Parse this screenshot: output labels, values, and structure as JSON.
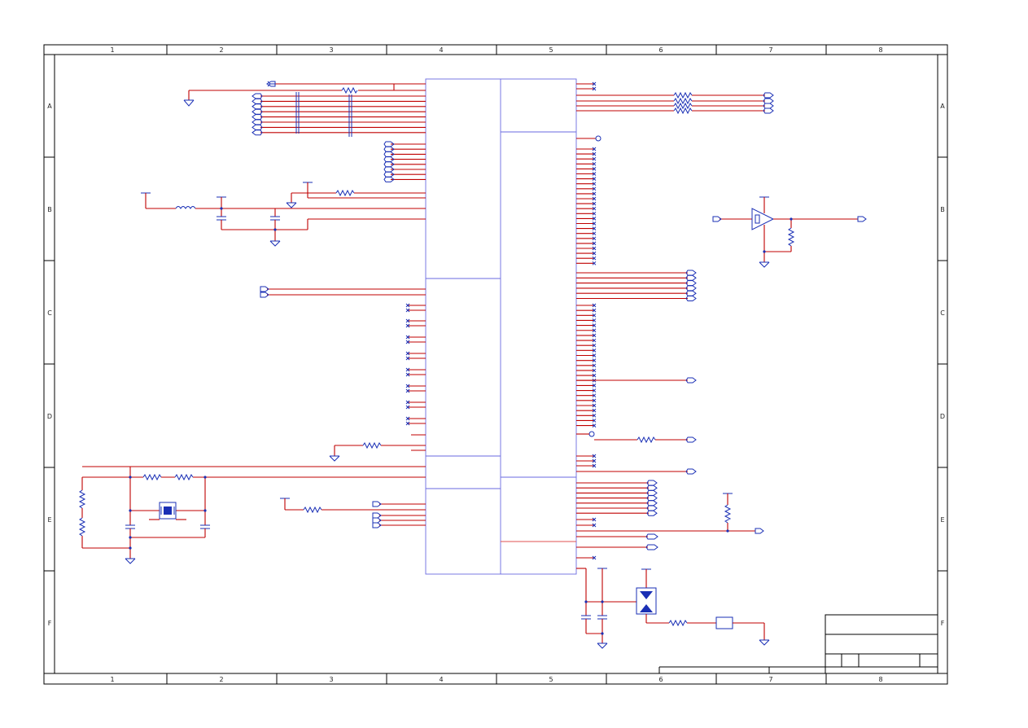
{
  "sheet": {
    "columns": [
      "1",
      "2",
      "3",
      "4",
      "5",
      "6",
      "7",
      "8"
    ],
    "rows": [
      "A",
      "B",
      "C",
      "D",
      "E",
      "F"
    ]
  },
  "colors": {
    "wire": "#c00000",
    "component": "#1a2fb5",
    "ic_outline": "#6a6ae0",
    "frame": "#000000"
  }
}
